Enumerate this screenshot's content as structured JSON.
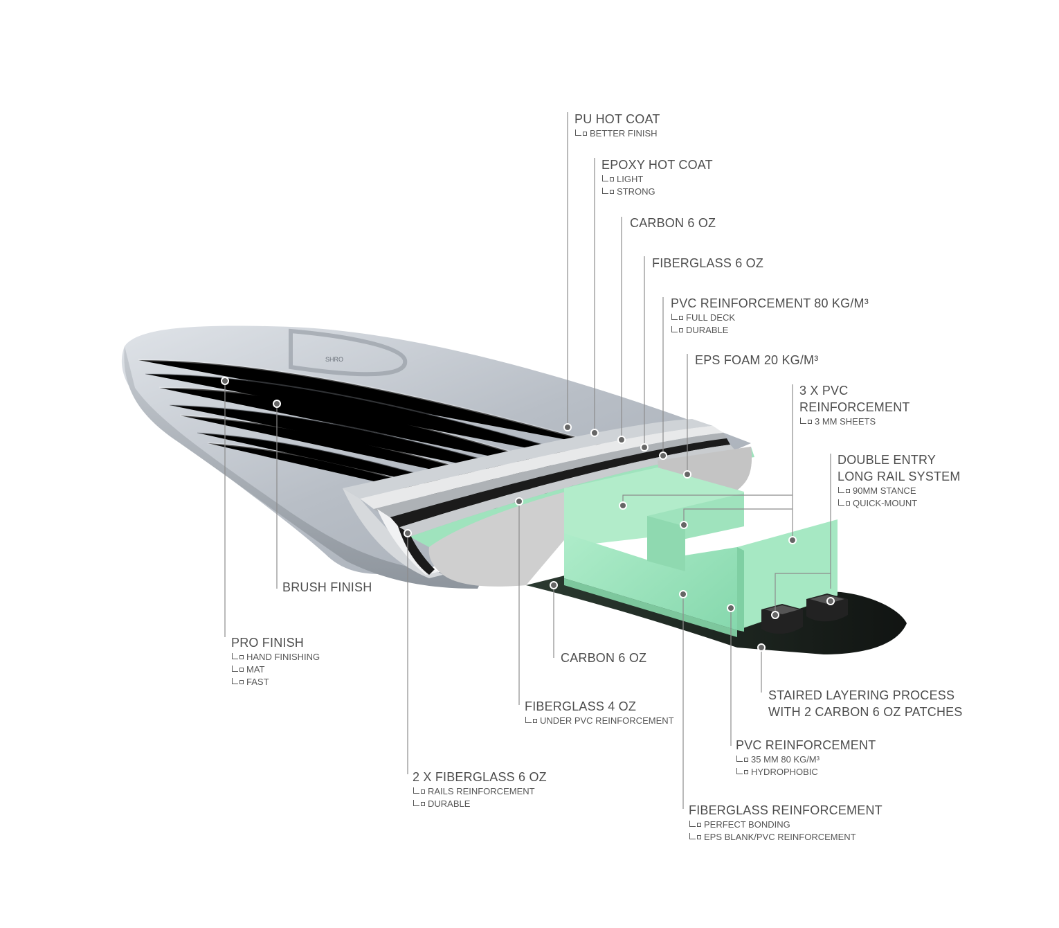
{
  "callouts": {
    "pu_hot_coat": {
      "title": "PU HOT COAT",
      "subs": [
        "BETTER FINISH"
      ]
    },
    "epoxy_hot_coat": {
      "title": "EPOXY HOT COAT",
      "subs": [
        "LIGHT",
        "STRONG"
      ]
    },
    "carbon_top": {
      "title": "CARBON 6 OZ"
    },
    "fiberglass_6": {
      "title": "FIBERGLASS 6 OZ"
    },
    "pvc_80": {
      "title": "PVC REINFORCEMENT 80 KG/M³",
      "subs": [
        "FULL DECK",
        "DURABLE"
      ]
    },
    "eps_foam": {
      "title": "EPS FOAM 20 KG/M³"
    },
    "pvc_3x": {
      "title_line1": "3 X PVC",
      "title_line2": "REINFORCEMENT",
      "subs": [
        "3 MM SHEETS"
      ]
    },
    "double_entry": {
      "title_line1": "DOUBLE ENTRY",
      "title_line2": "LONG RAIL SYSTEM",
      "subs": [
        "90MM STANCE",
        "QUICK-MOUNT"
      ]
    },
    "brush_finish": {
      "title": "BRUSH FINISH"
    },
    "pro_finish": {
      "title": "PRO FINISH",
      "subs": [
        "HAND FINISHING",
        "MAT",
        "FAST"
      ]
    },
    "carbon_bottom": {
      "title": "CARBON 6 OZ"
    },
    "staired": {
      "title_line1": "STAIRED LAYERING PROCESS",
      "title_line2": "WITH 2 CARBON 6 OZ PATCHES"
    },
    "fiberglass_4": {
      "title": "FIBERGLASS 4 OZ",
      "subs": [
        "UNDER PVC REINFORCEMENT"
      ]
    },
    "pvc_35": {
      "title": "PVC REINFORCEMENT",
      "subs": [
        "35 MM 80 KG/M³",
        "HYDROPHOBIC"
      ]
    },
    "fiberglass_2x": {
      "title": "2 X FIBERGLASS 6 OZ",
      "subs": [
        "RAILS REINFORCEMENT",
        "DURABLE"
      ]
    },
    "fiberglass_reinf": {
      "title": "FIBERGLASS REINFORCEMENT",
      "subs": [
        "PERFECT BONDING",
        "EPS BLANK/PVC REINFORCEMENT"
      ]
    }
  },
  "colors": {
    "board_body": "#b9bfc6",
    "foam": "#d4d4d4",
    "pvc_green": "#9fe5c0",
    "carbon": "#1d1f1e",
    "leader": "#8c8c8c",
    "dot": "#666666"
  }
}
